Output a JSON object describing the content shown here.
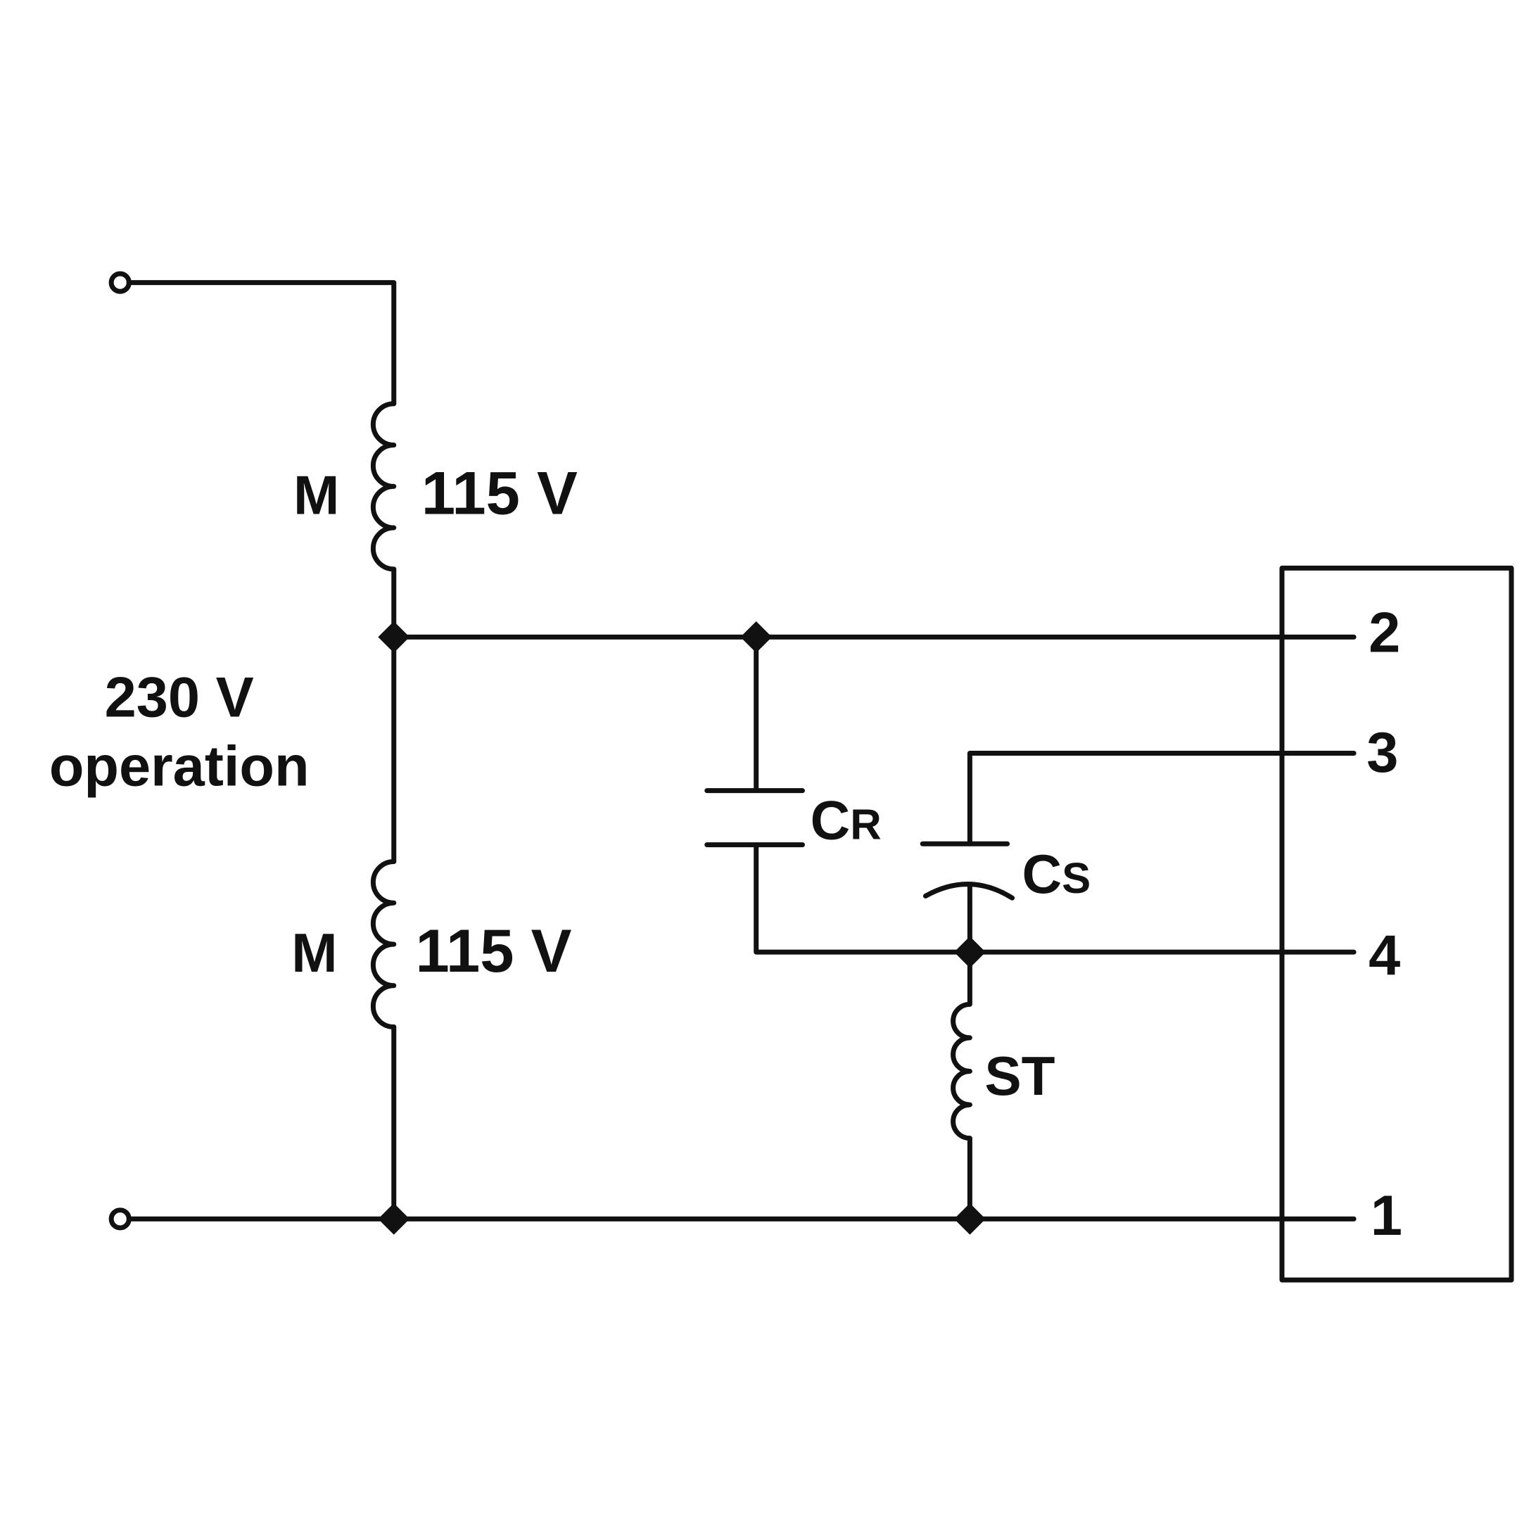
{
  "labels": {
    "coil_top_letter": "M",
    "coil_top_voltage": "115 V",
    "coil_bottom_letter": "M",
    "coil_bottom_voltage": "115 V",
    "supply_voltage": "230 V",
    "supply_mode": "operation",
    "run_cap_main": "C",
    "run_cap_sub": "R",
    "start_cap_main": "C",
    "start_cap_sub": "S",
    "start_winding": "ST"
  },
  "terminals": [
    "2",
    "3",
    "4",
    "1"
  ],
  "colors": {
    "ink": "#111111",
    "background": "#ffffff"
  }
}
